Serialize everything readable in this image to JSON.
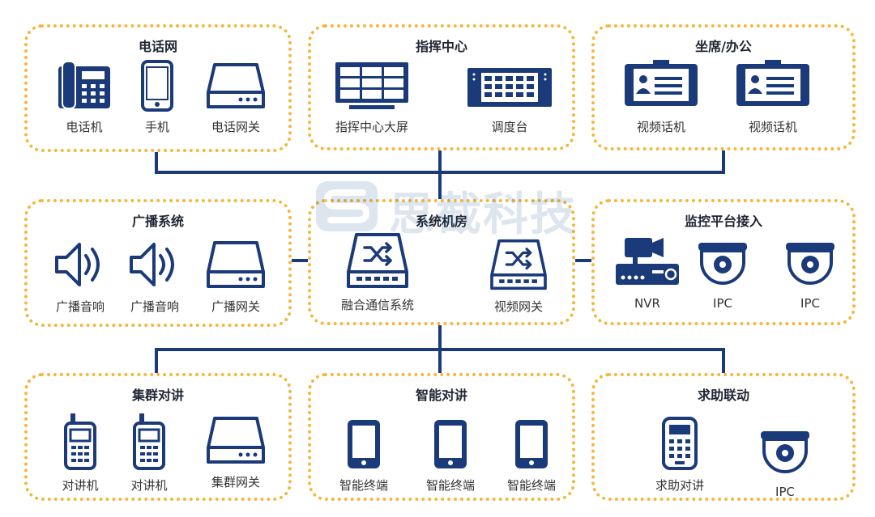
{
  "watermark": "思截科技",
  "colors": {
    "icon": "#1a3a7a",
    "border": "#f5b73b",
    "line": "#1a3a7a"
  },
  "groups": [
    {
      "title": "电话网",
      "devices": [
        {
          "label": "电话机",
          "icon": "desk-phone-icon"
        },
        {
          "label": "手机",
          "icon": "mobile-phone-icon"
        },
        {
          "label": "电话网关",
          "icon": "gateway-icon"
        }
      ]
    },
    {
      "title": "指挥中心",
      "devices": [
        {
          "label": "指挥中心大屏",
          "icon": "video-wall-icon"
        },
        {
          "label": "调度台",
          "icon": "dispatch-console-icon"
        }
      ]
    },
    {
      "title": "坐席/办公",
      "devices": [
        {
          "label": "视频话机",
          "icon": "video-phone-icon"
        },
        {
          "label": "视频话机",
          "icon": "video-phone-icon"
        }
      ]
    },
    {
      "title": "广播系统",
      "devices": [
        {
          "label": "广播音响",
          "icon": "speaker-icon"
        },
        {
          "label": "广播音响",
          "icon": "speaker-icon"
        },
        {
          "label": "广播网关",
          "icon": "gateway-icon"
        }
      ]
    },
    {
      "title": "系统机房",
      "devices": [
        {
          "label": "融合通信系统",
          "icon": "switch-icon"
        },
        {
          "label": "视频网关",
          "icon": "switch-icon"
        }
      ]
    },
    {
      "title": "监控平台接入",
      "devices": [
        {
          "label": "NVR",
          "icon": "nvr-icon"
        },
        {
          "label": "IPC",
          "icon": "dome-camera-icon"
        },
        {
          "label": "IPC",
          "icon": "dome-camera-icon"
        }
      ]
    },
    {
      "title": "集群对讲",
      "devices": [
        {
          "label": "对讲机",
          "icon": "walkie-talkie-icon"
        },
        {
          "label": "对讲机",
          "icon": "walkie-talkie-icon"
        },
        {
          "label": "集群网关",
          "icon": "gateway-icon"
        }
      ]
    },
    {
      "title": "智能对讲",
      "devices": [
        {
          "label": "智能终端",
          "icon": "smart-terminal-icon"
        },
        {
          "label": "智能终端",
          "icon": "smart-terminal-icon"
        },
        {
          "label": "智能终端",
          "icon": "smart-terminal-icon"
        }
      ]
    },
    {
      "title": "求助联动",
      "devices": [
        {
          "label": "求助对讲",
          "icon": "help-intercom-icon"
        },
        {
          "label": "IPC",
          "icon": "dome-camera-icon"
        }
      ]
    }
  ]
}
